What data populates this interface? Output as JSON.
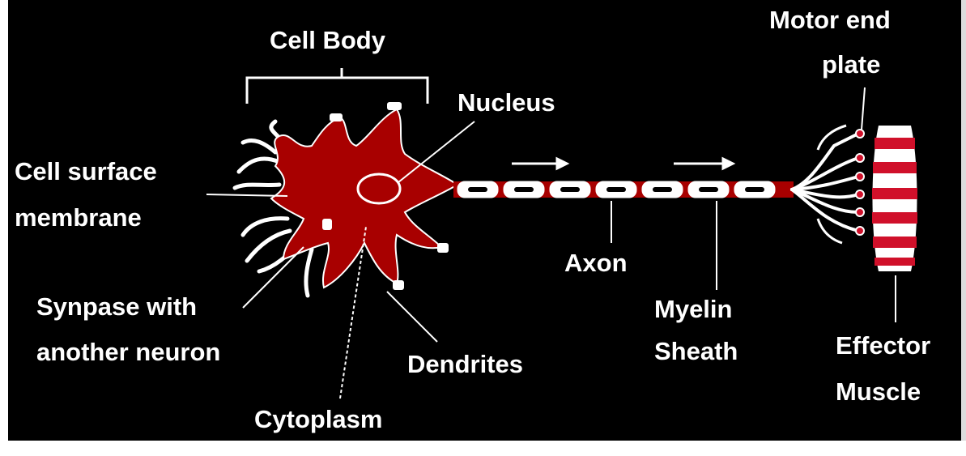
{
  "diagram": {
    "labels": {
      "cell_body": "Cell Body",
      "nucleus": "Nucleus",
      "cell_surface_membrane_line1": "Cell surface",
      "cell_surface_membrane_line2": "membrane",
      "synapse_line1": "Synpase with",
      "synapse_line2": "another neuron",
      "dendrites": "Dendrites",
      "cytoplasm": "Cytoplasm",
      "axon": "Axon",
      "myelin_line1": "Myelin",
      "myelin_line2": "Sheath",
      "motor_end_plate_line1": "Motor end",
      "motor_end_plate_line2": "plate",
      "effector_line1": "Effector",
      "effector_line2": "Muscle"
    },
    "colors": {
      "background": "#000000",
      "cell": "#a80000",
      "outline": "#ffffff",
      "muscle_stripe": "#d0102a"
    }
  }
}
